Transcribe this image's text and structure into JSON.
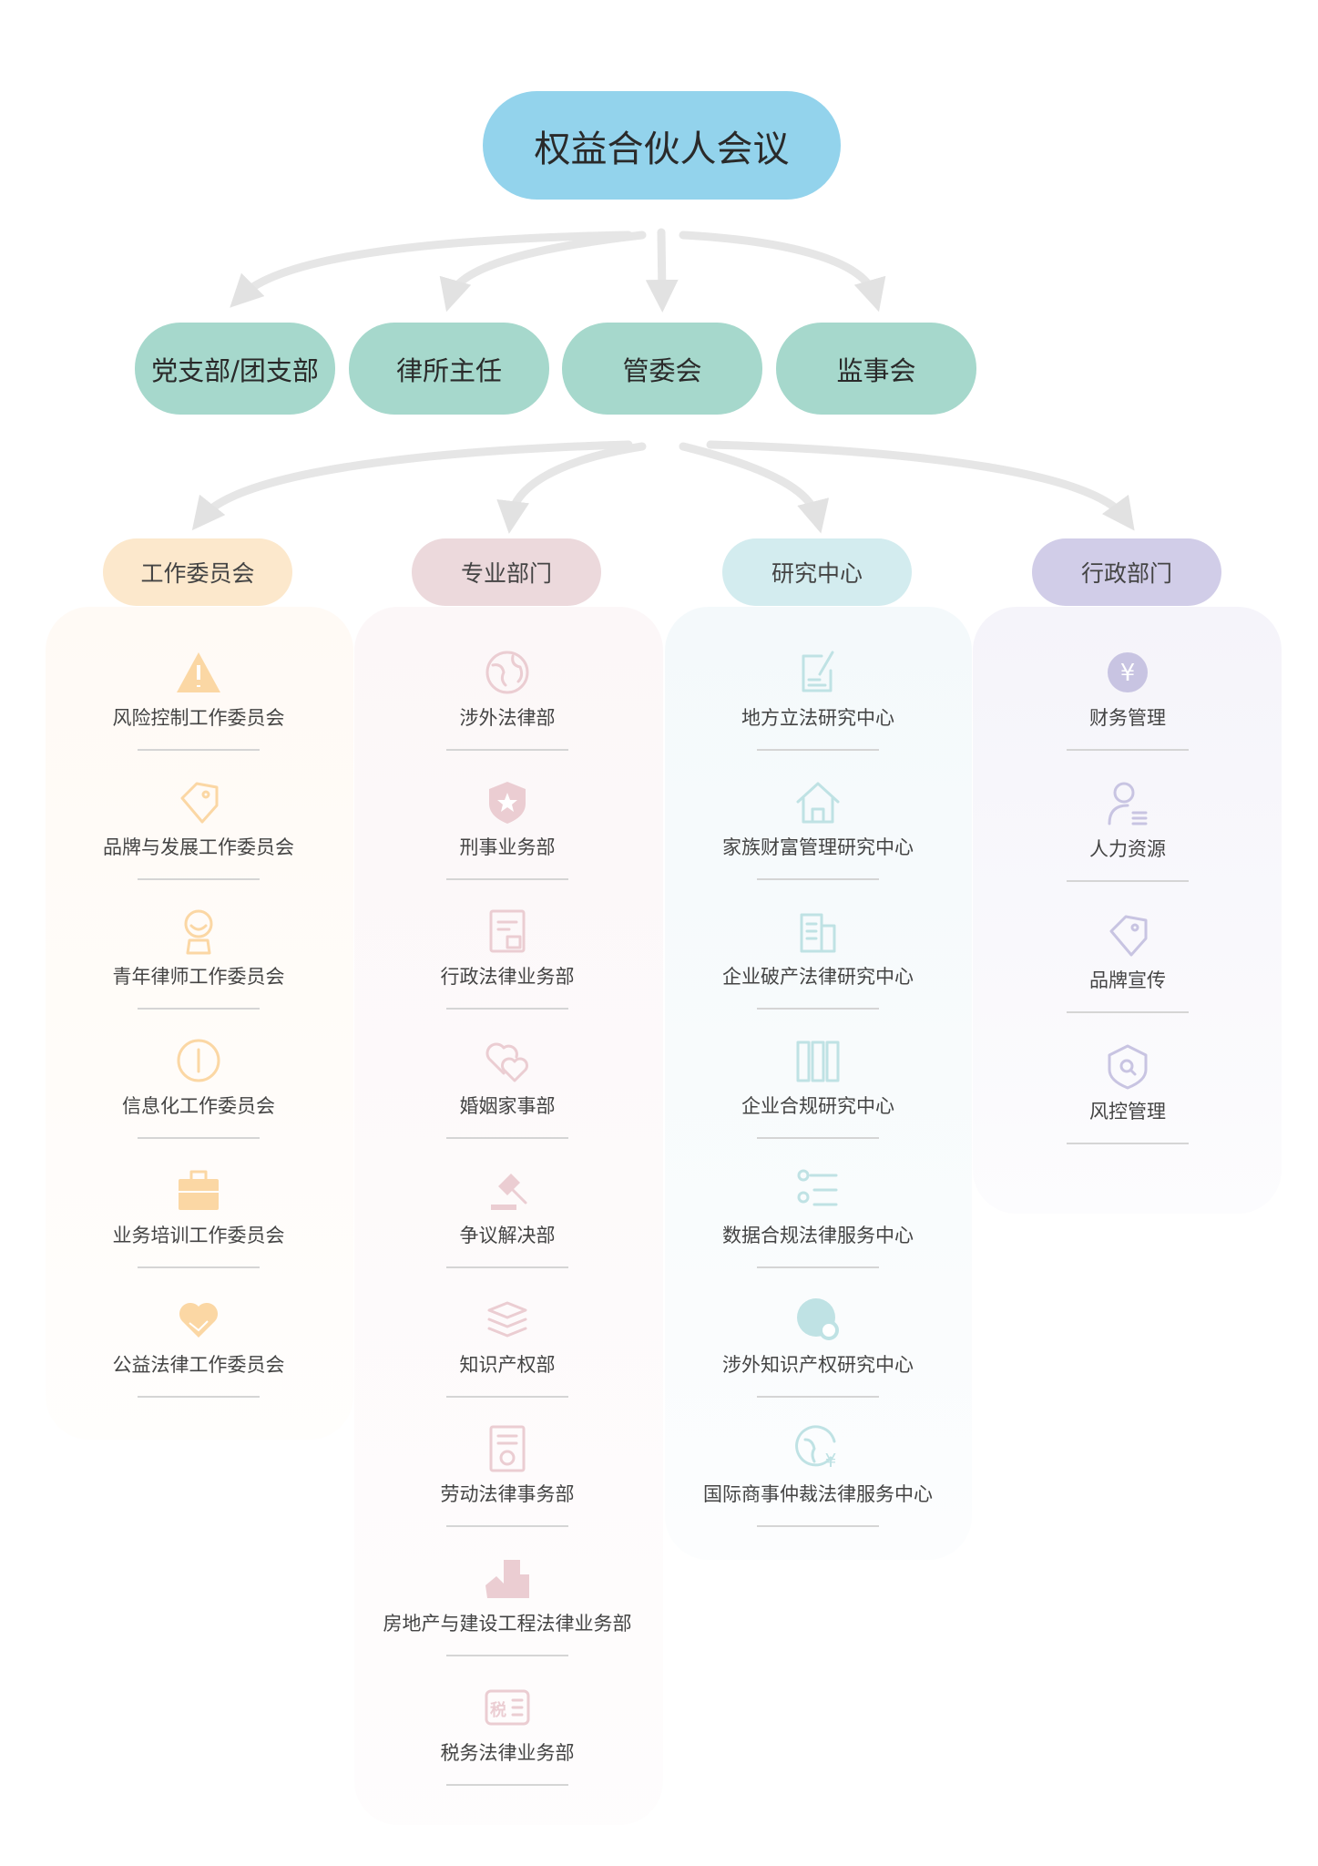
{
  "root": {
    "label": "权益合伙人会议"
  },
  "level2": [
    {
      "label": "党支部/团支部"
    },
    {
      "label": "律所主任"
    },
    {
      "label": "管委会"
    },
    {
      "label": "监事会"
    }
  ],
  "columns": [
    {
      "title": "工作委员会",
      "header_color": "#fce8cc",
      "panel_color": "#fffaf5",
      "icon_color": "#fbd7a4",
      "items": [
        {
          "label": "风险控制工作委员会",
          "icon": "warning-icon"
        },
        {
          "label": "品牌与发展工作委员会",
          "icon": "tag-icon"
        },
        {
          "label": "青年律师工作委员会",
          "icon": "person-badge-icon"
        },
        {
          "label": "信息化工作委员会",
          "icon": "info-icon"
        },
        {
          "label": "业务培训工作委员会",
          "icon": "briefcase-icon"
        },
        {
          "label": "公益法律工作委员会",
          "icon": "heart-hand-icon"
        }
      ]
    },
    {
      "title": "专业部门",
      "header_color": "#ecd9dc",
      "panel_color": "#fcf7f8",
      "icon_color": "#ebcdd2",
      "items": [
        {
          "label": "涉外法律部",
          "icon": "globe-icon"
        },
        {
          "label": "刑事业务部",
          "icon": "shield-star-icon"
        },
        {
          "label": "行政法律业务部",
          "icon": "document-icon"
        },
        {
          "label": "婚姻家事部",
          "icon": "hearts-icon"
        },
        {
          "label": "争议解决部",
          "icon": "gavel-icon"
        },
        {
          "label": "知识产权部",
          "icon": "layers-icon"
        },
        {
          "label": "劳动法律事务部",
          "icon": "certificate-icon"
        },
        {
          "label": "房地产与建设工程法律业务部",
          "icon": "buildings-icon"
        },
        {
          "label": "税务法律业务部",
          "icon": "tax-icon",
          "icon_text": "税"
        }
      ]
    },
    {
      "title": "研究中心",
      "header_color": "#d3ecef",
      "panel_color": "#f4f9fb",
      "icon_color": "#bfe2e4",
      "items": [
        {
          "label": "地方立法研究中心",
          "icon": "edit-document-icon"
        },
        {
          "label": "家族财富管理研究中心",
          "icon": "house-icon"
        },
        {
          "label": "企业破产法律研究中心",
          "icon": "office-building-icon"
        },
        {
          "label": "企业合规研究中心",
          "icon": "binders-icon"
        },
        {
          "label": "数据合规法律服务中心",
          "icon": "list-settings-icon"
        },
        {
          "label": "涉外知识产权研究中心",
          "icon": "globe-gear-icon"
        },
        {
          "label": "国际商事仲裁法律服务中心",
          "icon": "globe-yen-icon"
        }
      ]
    },
    {
      "title": "行政部门",
      "header_color": "#d1cde8",
      "panel_color": "#f5f4fa",
      "icon_color": "#c8c4e2",
      "items": [
        {
          "label": "财务管理",
          "icon": "yen-circle-icon",
          "icon_text": "¥"
        },
        {
          "label": "人力资源",
          "icon": "user-list-icon"
        },
        {
          "label": "品牌宣传",
          "icon": "tag-icon"
        },
        {
          "label": "风控管理",
          "icon": "shield-search-icon"
        }
      ]
    }
  ],
  "colors": {
    "root": "#93d3ec",
    "level2": "#a6d8cc",
    "arrow": "#e4e4e4"
  }
}
